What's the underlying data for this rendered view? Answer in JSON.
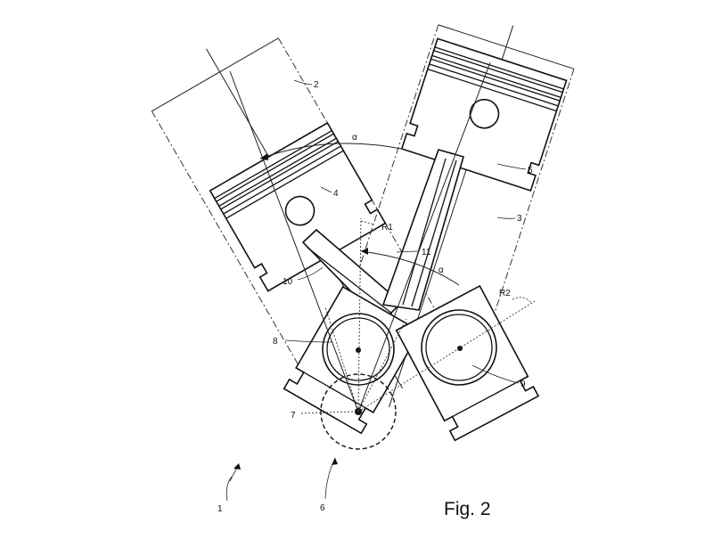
{
  "figure": {
    "caption": "Fig. 2",
    "labels": {
      "engine": "1",
      "cylinder_left": "2",
      "cylinder_right": "3",
      "piston_left": "4",
      "piston_right": "5",
      "crank_zone": "6",
      "crank_pin": "7",
      "bearing_left": "8",
      "bearing_right": "9",
      "rod_left": "10",
      "rod_right": "11",
      "radius_left": "R1",
      "radius_right": "R2",
      "angle_upper": "α",
      "angle_lower": "α"
    }
  }
}
